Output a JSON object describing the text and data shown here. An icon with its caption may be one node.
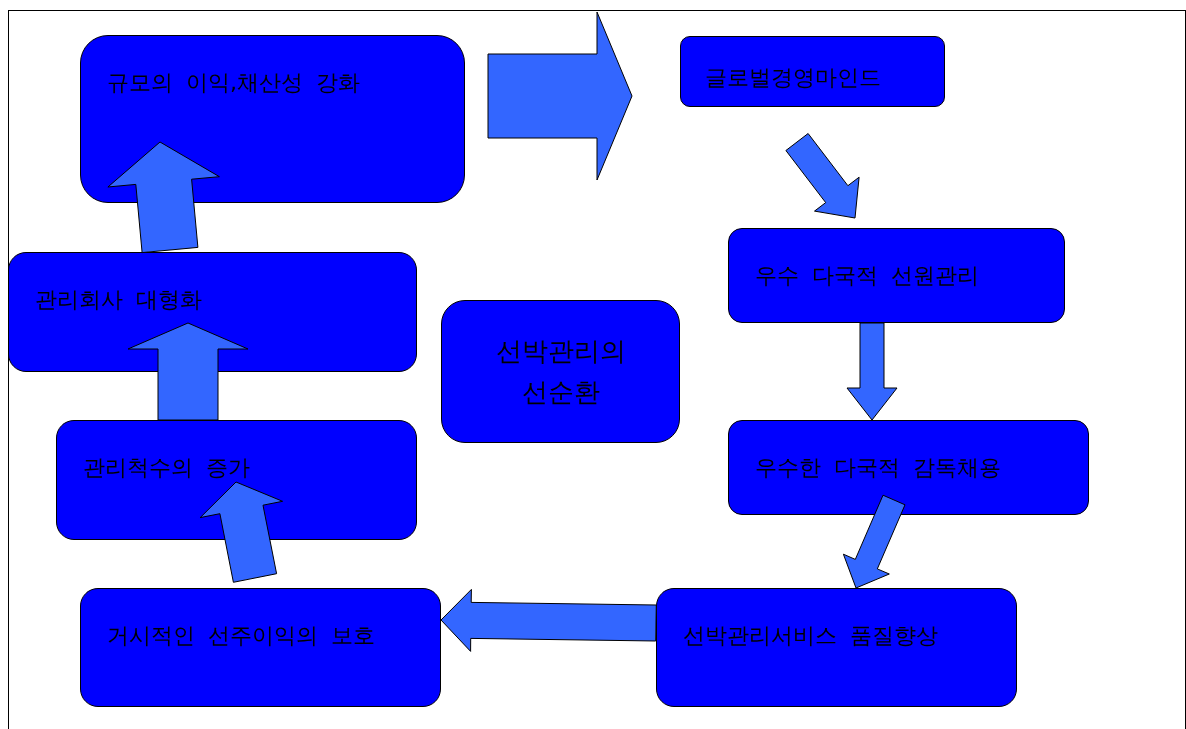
{
  "diagram": {
    "nodes": [
      {
        "text": [
          "규모의 이익,채산성 강화"
        ]
      },
      {
        "text": [
          "글로벌경영마인드"
        ]
      },
      {
        "text": [
          "우수 다국적 선원관리"
        ]
      },
      {
        "text": [
          "우수한 다국적 감독채용"
        ]
      },
      {
        "text": [
          "선박관리서비스 품질향상"
        ]
      },
      {
        "text": [
          "거시적인 선주이익의 보호"
        ]
      },
      {
        "text": [
          "관리척수의 증가"
        ]
      },
      {
        "text": [
          "관리회사 대형화"
        ]
      },
      {
        "text": [
          "선박관리의 선순환"
        ]
      }
    ],
    "edges": [
      {
        "from": 0,
        "to": 1,
        "arrow": "to"
      },
      {
        "from": 1,
        "to": 2,
        "arrow": "to"
      },
      {
        "from": 2,
        "to": 3,
        "arrow": "to"
      },
      {
        "from": 3,
        "to": 4,
        "arrow": "to"
      },
      {
        "from": 4,
        "to": 5,
        "arrow": "to"
      },
      {
        "from": 5,
        "to": 6,
        "arrow": "to"
      },
      {
        "from": 6,
        "to": 7,
        "arrow": "to"
      },
      {
        "from": 7,
        "to": 0,
        "arrow": "to"
      }
    ]
  }
}
